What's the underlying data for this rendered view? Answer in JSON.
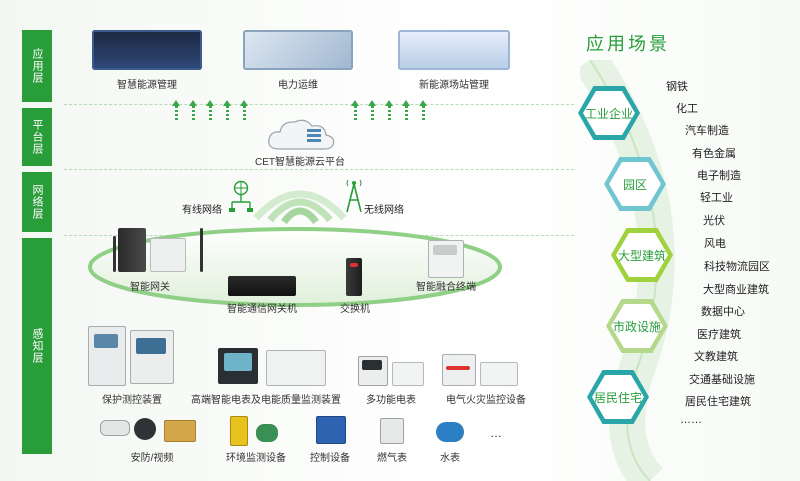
{
  "layers": [
    "应用层",
    "平台层",
    "网络层",
    "感知层"
  ],
  "application": [
    "智慧能源管理",
    "电力运维",
    "新能源场站管理"
  ],
  "platform": "CET智慧能源云平台",
  "network": {
    "wired": "有线网络",
    "wireless": "无线网络"
  },
  "network_devices": [
    "智能网关",
    "智能通信网关机",
    "交换机",
    "智能融合终端"
  ],
  "sensing": [
    "保护测控装置",
    "高端智能电表及电能质量监测装置",
    "多功能电表",
    "电气火灾监控设备",
    "安防/视频",
    "环境监测设备",
    "控制设备",
    "燃气表",
    "水表"
  ],
  "sensing_more": "…",
  "scenes": {
    "title": "应用场景",
    "categories": [
      "工业企业",
      "园区",
      "大型建筑",
      "市政设施",
      "居民住宅"
    ],
    "industries": [
      "钢铁",
      "化工",
      "汽车制造",
      "有色金属",
      "电子制造",
      "轻工业",
      "光伏",
      "风电",
      "科技物流园区",
      "大型商业建筑",
      "数据中心",
      "医疗建筑",
      "文教建筑",
      "交通基础设施",
      "居民住宅建筑",
      "……"
    ]
  },
  "colors": {
    "brand": "#2a9d3b",
    "accent": "#6cc04a",
    "teal": "#2aa6a8"
  }
}
